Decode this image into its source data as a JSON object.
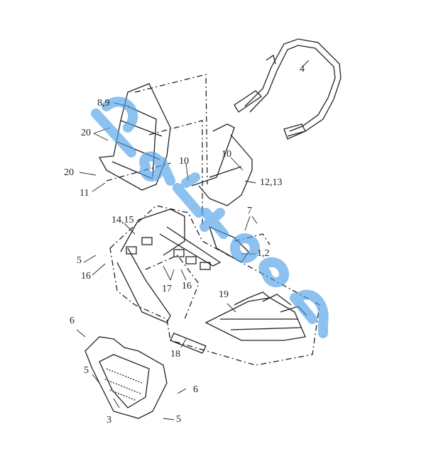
{
  "diagram": {
    "callouts": [
      {
        "id": "c4",
        "text": "4"
      },
      {
        "id": "c89",
        "text": "8,9"
      },
      {
        "id": "c20a",
        "text": "20"
      },
      {
        "id": "c20b",
        "text": "20"
      },
      {
        "id": "c11",
        "text": "11"
      },
      {
        "id": "c10a",
        "text": "10"
      },
      {
        "id": "c10b",
        "text": "10"
      },
      {
        "id": "c1213",
        "text": "12,13"
      },
      {
        "id": "c7",
        "text": "7"
      },
      {
        "id": "c1415",
        "text": "14,15"
      },
      {
        "id": "c5a",
        "text": "5"
      },
      {
        "id": "c16a",
        "text": "16"
      },
      {
        "id": "c12",
        "text": "1,2"
      },
      {
        "id": "c17",
        "text": "17"
      },
      {
        "id": "c16b",
        "text": "16"
      },
      {
        "id": "c19",
        "text": "19"
      },
      {
        "id": "c18",
        "text": "18"
      },
      {
        "id": "c6a",
        "text": "6"
      },
      {
        "id": "c5b",
        "text": "5"
      },
      {
        "id": "c6b",
        "text": "6"
      },
      {
        "id": "c3",
        "text": "3"
      },
      {
        "id": "c5c",
        "text": "5"
      }
    ],
    "watermark": "Partzilla",
    "colors": {
      "line": "#222222",
      "watermark": "#50a0e6"
    }
  }
}
